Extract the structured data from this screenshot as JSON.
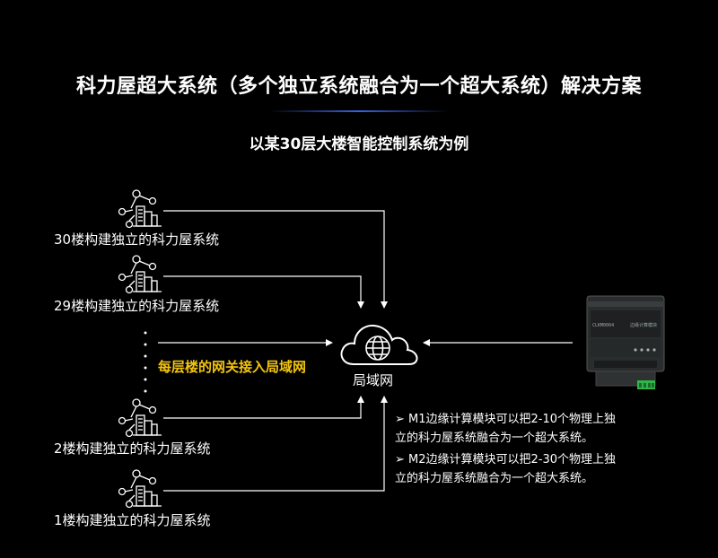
{
  "title": "科力屋超大系统（多个独立系统融合为一个超大系统）解决方案",
  "subtitle": "以某30层大楼智能控制系统为例",
  "floors": [
    {
      "label": "30楼构建独立的科力屋系统"
    },
    {
      "label": "29楼构建独立的科力屋系统"
    },
    {
      "label": "2楼构建独立的科力屋系统"
    },
    {
      "label": "1楼构建独立的科力屋系统"
    }
  ],
  "gateway_label": "每层楼的网关接入局域网",
  "cloud_label": "局域网",
  "device": {
    "model_text": "CLKM0004",
    "label_text": "边缘计算模块"
  },
  "notes": [
    {
      "line1": "M1边缘计算模块可以把2-10个物理上独",
      "line2": "立的科力屋系统融合为一个超大系统。"
    },
    {
      "line1": "M2边缘计算模块可以把2-30个物理上独",
      "line2": "立的科力屋系统融合为一个超大系统。"
    }
  ],
  "colors": {
    "background": "#000000",
    "text": "#ffffff",
    "highlight": "#f2c40f",
    "accent_line": "#3c6eff"
  }
}
